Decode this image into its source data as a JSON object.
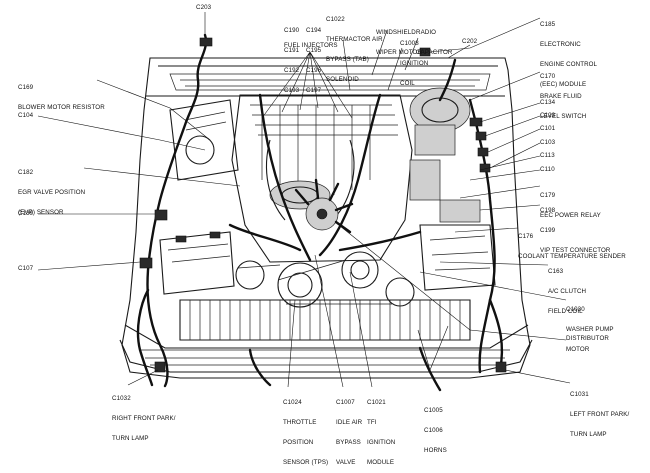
{
  "labels": {
    "c203": "C203",
    "c190": [
      "C190",
      "C191",
      "C192",
      "C193"
    ],
    "c194": [
      "C194",
      "C195",
      "C196",
      "C197"
    ],
    "fuel_injectors": "FUEL INJECTORS",
    "c1022": [
      "C1022",
      "THERMACTOR AIR",
      "BYPASS (TAB)",
      "SOLENOID"
    ],
    "windshield": [
      "WINDSHIELD",
      "WIPER MOTOR"
    ],
    "radio": [
      "RADIO",
      "CAPACITOR"
    ],
    "c1008": [
      "C1008",
      "IGNITION",
      "COIL"
    ],
    "c202": "C202",
    "c185": [
      "C185",
      "ELECTRONIC",
      "ENGINE CONTROL",
      "(EEC) MODULE"
    ],
    "c170": [
      "C170",
      "BRAKE FLUID",
      "LEVEL SWITCH"
    ],
    "c169": [
      "C169",
      "BLOWER MOTOR RESISTOR"
    ],
    "c104": "C104",
    "c182": [
      "C182",
      "EGR VALVE POSITION",
      "(EVP) SENSOR"
    ],
    "c139": "C139",
    "c107": "C107",
    "c134": "C134",
    "c123": "C123",
    "c101": "C101",
    "c103": "C103",
    "c113": "C113",
    "c110": "C110",
    "c179": [
      "C179",
      "EEC POWER RELAY"
    ],
    "c198": [
      "C198",
      "C199",
      "VIP TEST CONNECTOR"
    ],
    "c176": [
      "C176",
      "COOLANT TEMPERATURE SENDER"
    ],
    "c163": [
      "C163",
      "A/C CLUTCH",
      "FIELD COIL"
    ],
    "c1030": [
      "C1030",
      "WASHER PUMP",
      "MOTOR"
    ],
    "distributor": "DISTRIBUTOR",
    "c1031": [
      "C1031",
      "LEFT FRONT PARK/",
      "TURN LAMP"
    ],
    "c1005": [
      "C1005",
      "C1006",
      "HORNS"
    ],
    "c1021": [
      "C1021",
      "TFI",
      "IGNITION",
      "MODULE"
    ],
    "c1007": [
      "C1007",
      "IDLE AIR",
      "BYPASS",
      "VALVE"
    ],
    "c1024": [
      "C1024",
      "THROTTLE",
      "POSITION",
      "SENSOR (TPS)"
    ],
    "c1032": [
      "C1032",
      "RIGHT FRONT PARK/",
      "TURN LAMP"
    ]
  }
}
